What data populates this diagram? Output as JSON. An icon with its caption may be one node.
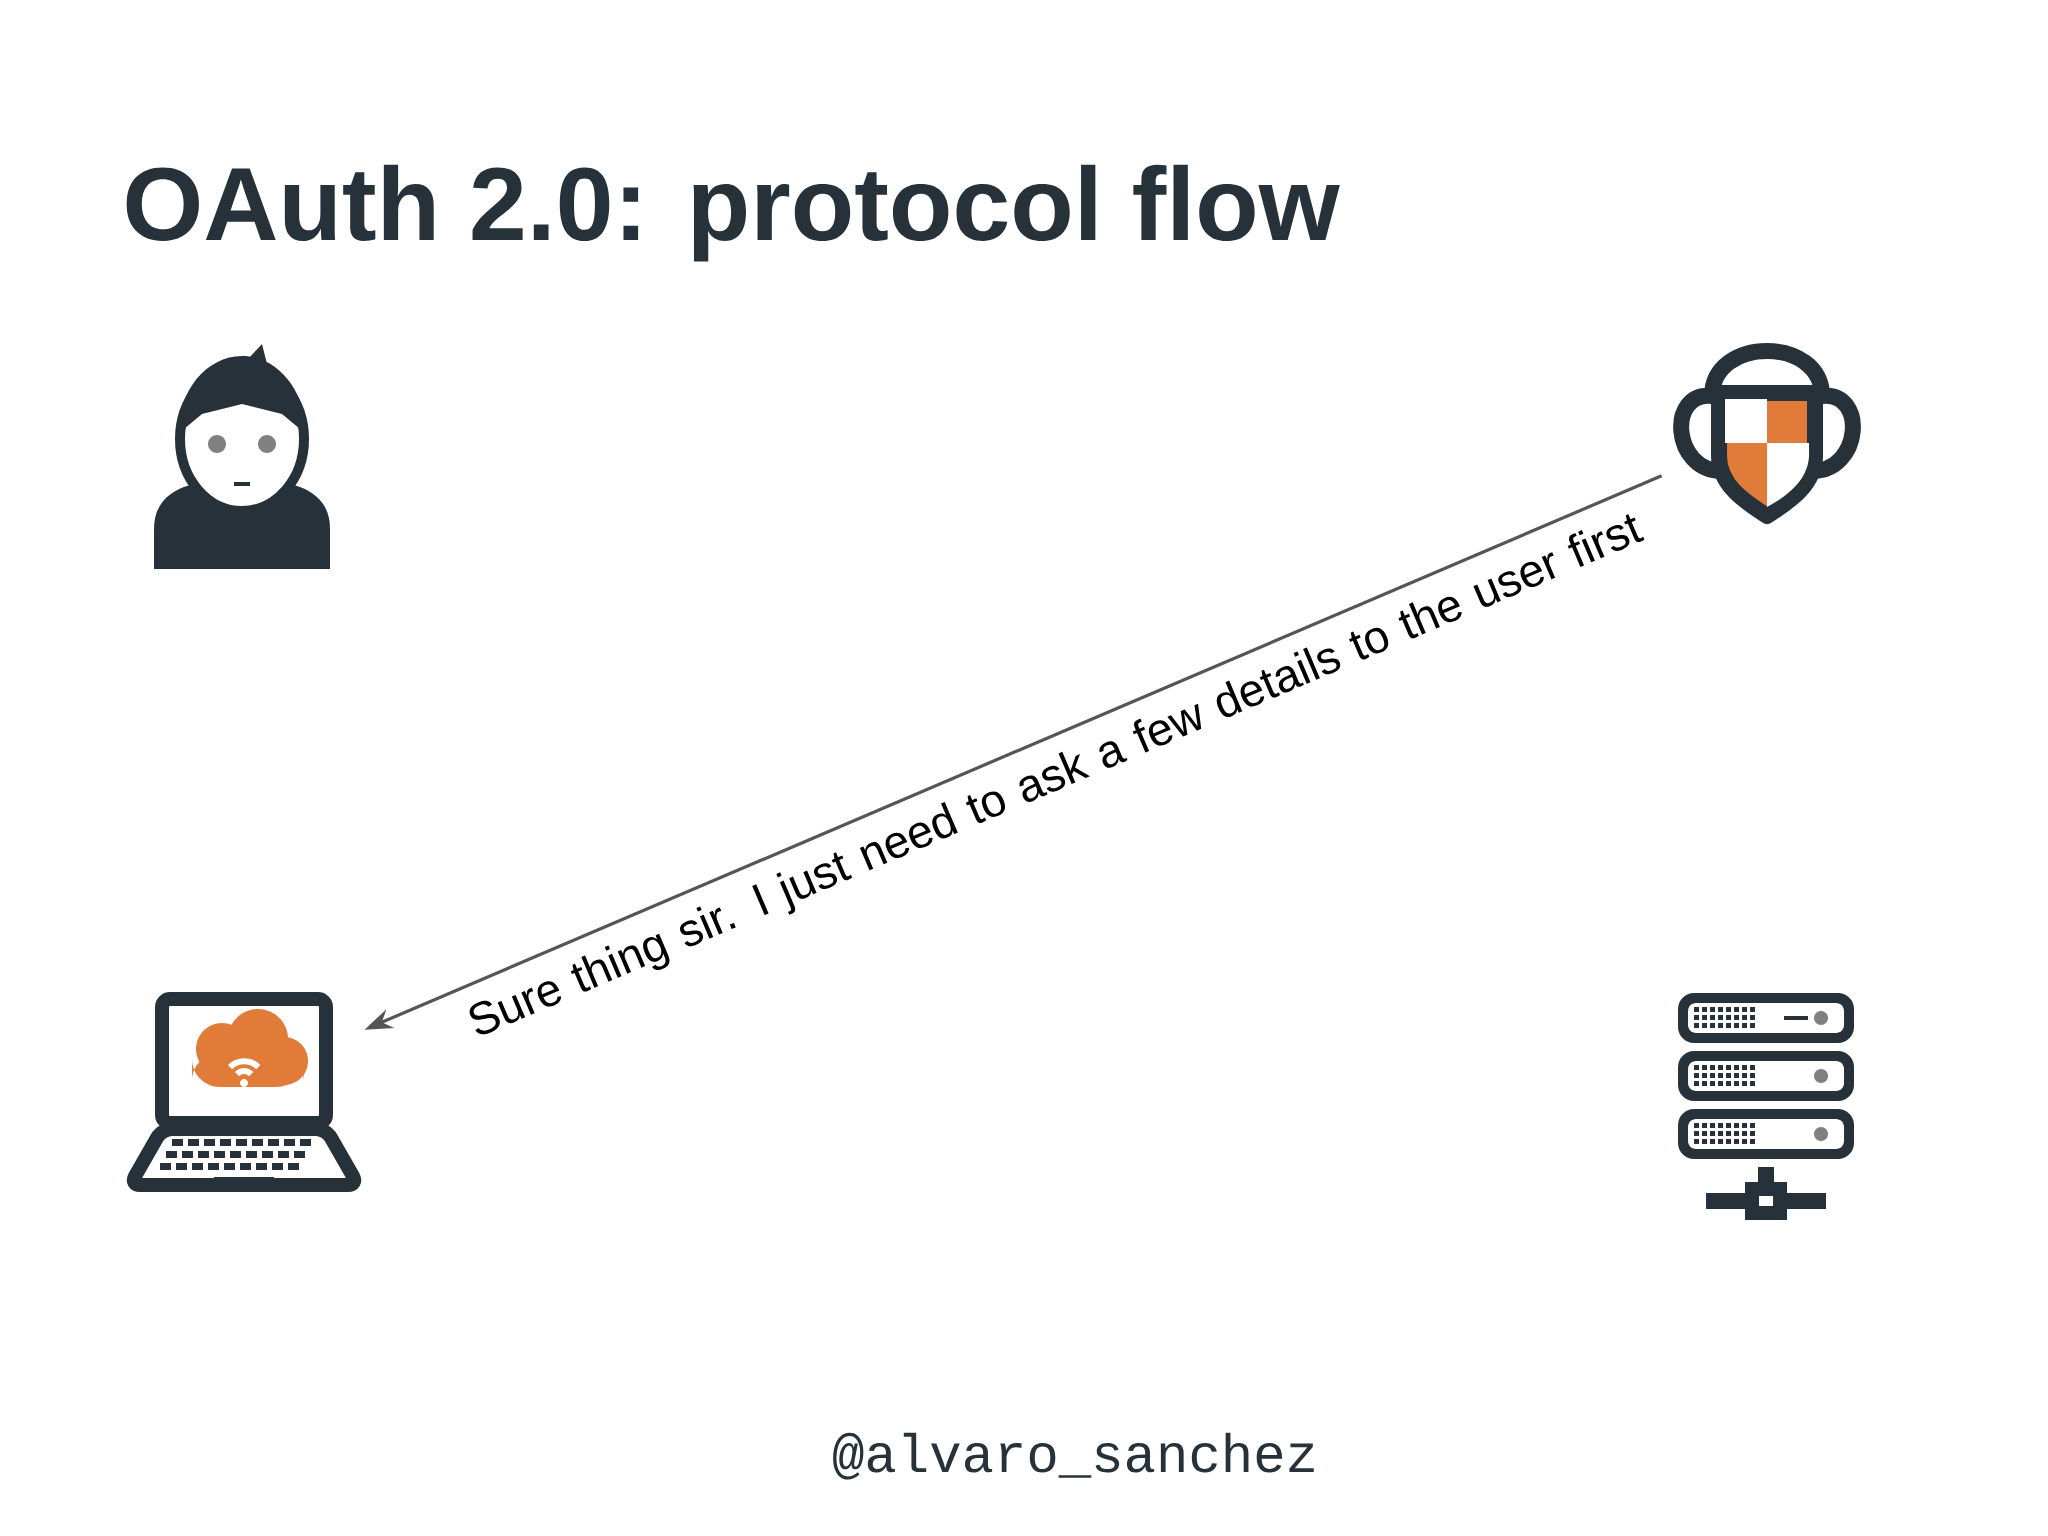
{
  "diagram": {
    "title": "OAuth 2.0: protocol flow",
    "nodes": [
      {
        "text": [],
        "shape": "person"
      },
      {
        "text": [],
        "shape": "shield"
      },
      {
        "text": [],
        "shape": "laptop"
      },
      {
        "text": [],
        "shape": "server"
      }
    ],
    "edges": [
      {
        "from": 1,
        "to": 2,
        "arrow": "to",
        "label": "Sure thing sir. I just need to ask a few details to the user first"
      }
    ],
    "labels": [
      "@alvaro_sanchez"
    ]
  }
}
